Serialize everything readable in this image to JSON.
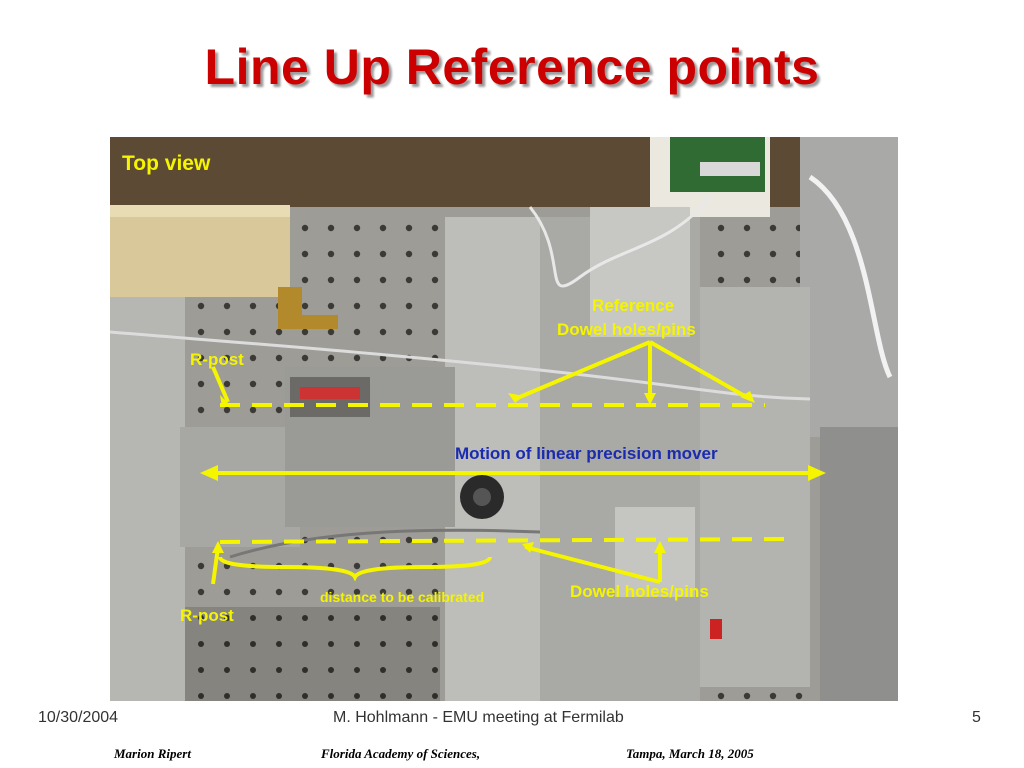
{
  "slide": {
    "title": "Line Up Reference points"
  },
  "photo": {
    "top_view_label": "Top view",
    "r_post_top": "R-post",
    "r_post_bottom": "R-post",
    "reference_line1": "Reference",
    "reference_line2": "Dowel holes/pins",
    "motion_label": "Motion of linear precision mover",
    "dowel_label": "Dowel holes/pins",
    "distance_label": "distance to be calibrated",
    "colors": {
      "annotation_yellow": "#f5f500",
      "annotation_blue": "#1a2bb0",
      "title_red": "#cc0000"
    }
  },
  "inner_footer": {
    "date": "10/30/2004",
    "center": "M. Hohlmann - EMU meeting at Fermilab",
    "page": "5"
  },
  "outer_footer": {
    "author": "Marion Ripert",
    "venue": "Florida Academy of Sciences,",
    "place_date": "Tampa, March 18, 2005"
  }
}
